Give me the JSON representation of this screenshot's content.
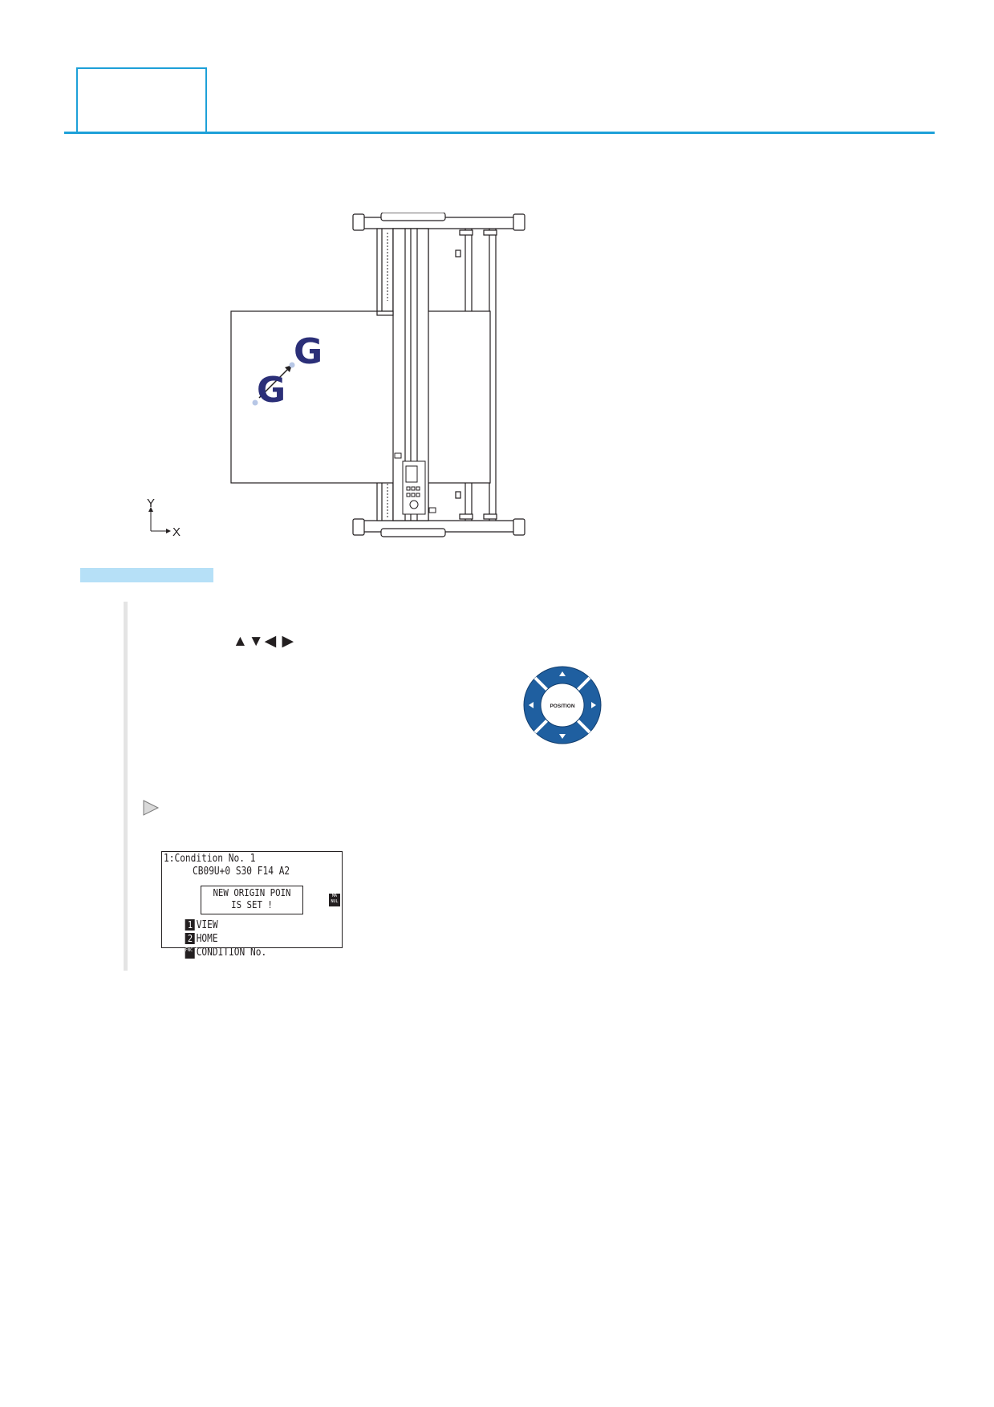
{
  "figure": {
    "marker_letter": "G",
    "axis_y": "Y",
    "axis_x": "X"
  },
  "step": {
    "arrow_keys": "▲▼◀ ▶",
    "position_key_label": "POSITION"
  },
  "lcd": {
    "line1": "1:Condition No. 1",
    "line2": "CB09U+0 S30 F14 A2",
    "popup_line1": "NEW ORIGIN POIN",
    "popup_line2": "IS SET !",
    "item1_key": "1",
    "item1_label": "VIEW",
    "item2_key": "2",
    "item2_label": "HOME",
    "item3_key": "FNC ER",
    "item3_label": "CONDITION No.",
    "manual_badge": "MA NUL"
  },
  "colors": {
    "accent": "#1da0d8",
    "section_bar": "#b6e0f7",
    "marker": "#2b2f78",
    "key_blue": "#1f5fa0"
  }
}
